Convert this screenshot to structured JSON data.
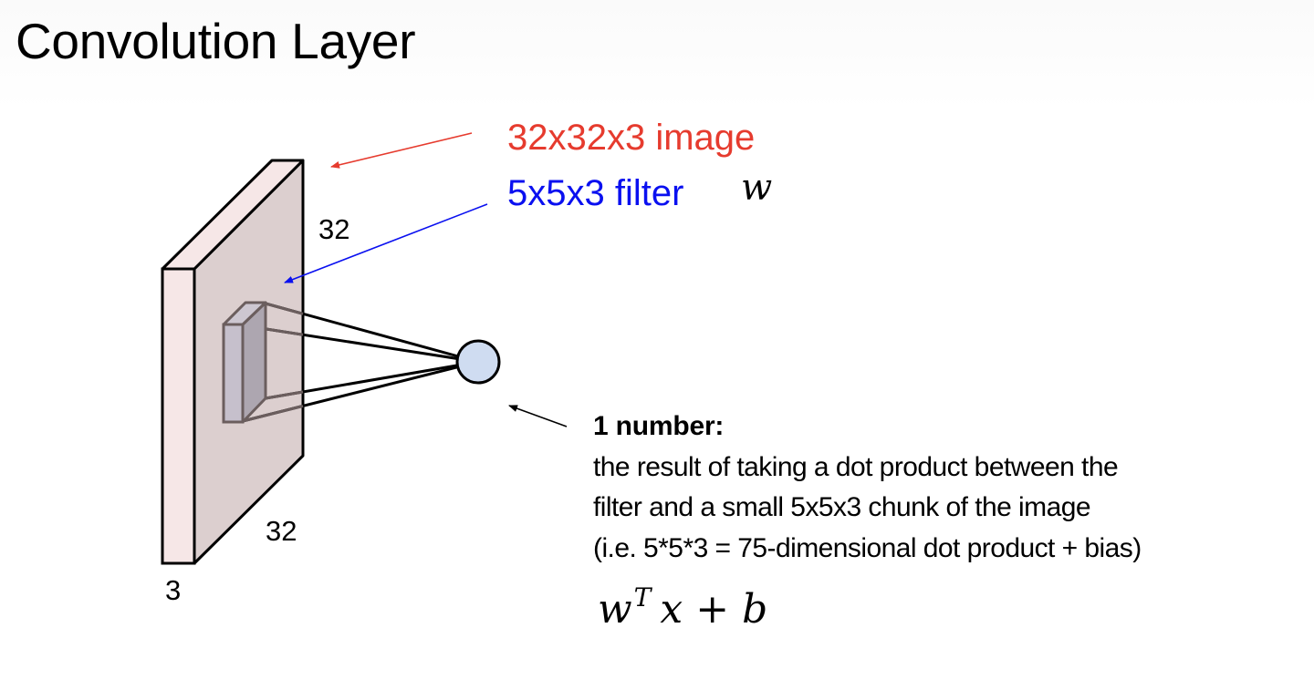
{
  "slide": {
    "title": "Convolution Layer"
  },
  "volume": {
    "height_label": "32",
    "width_label": "32",
    "depth_label": "3",
    "face_color": "#f6e7e7",
    "side_color": "#dccfcf"
  },
  "filter": {
    "front_color": "#c6c0cc",
    "top_color": "#cdc7d1",
    "side_color": "#ada6b0"
  },
  "neuron": {
    "fill_color": "#cfdcf1"
  },
  "captions": {
    "image_label": "32x32x3 image",
    "image_color": "#e63b2e",
    "filter_label": "5x5x3 filter",
    "filter_color": "#0a10f0",
    "filter_symbol": "w"
  },
  "description": {
    "heading": "1 number:",
    "lines": [
      "the result of taking a dot product between the",
      "filter and a small 5x5x3 chunk of the image",
      "(i.e. 5*5*3 = 75-dimensional dot product + bias)"
    ]
  },
  "formula": {
    "w": "w",
    "superscript": "T",
    "x": "x",
    "plus": "+",
    "b": "b"
  }
}
